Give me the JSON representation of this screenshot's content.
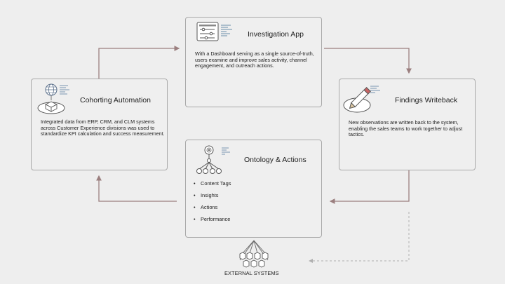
{
  "cards": {
    "investigation": {
      "title": "Investigation App",
      "body": "With a Dashboard serving as a single source-of-truth, users examine and improve sales activity, channel engagement, and outreach actions.",
      "icon": "dashboard-icon"
    },
    "cohorting": {
      "title": "Cohorting Automation",
      "body": "Integrated data from ERP, CRM, and CLM systems across Customer Experience divisions was used to standardize KPI calculation and success measurement.",
      "icon": "globe-cube-icon"
    },
    "findings": {
      "title": "Findings Writeback",
      "body": "New observations are written back to the system, enabling the sales teams to work together to adjust tactics.",
      "icon": "pencil-icon"
    },
    "ontology": {
      "title": "Ontology & Actions",
      "icon": "hierarchy-icon",
      "items": [
        "Content Tags",
        "Insights",
        "Actions",
        "Performance"
      ]
    }
  },
  "external": {
    "label": "EXTERNAL SYSTEMS",
    "icon": "database-cluster-icon"
  },
  "colors": {
    "background": "#eeeeee",
    "card_fill": "#efefef",
    "card_border": "#a9a9a9",
    "arrow": "#9b7f7f",
    "dashed_arrow": "#b0b0b0",
    "text": "#1e1e1e"
  }
}
